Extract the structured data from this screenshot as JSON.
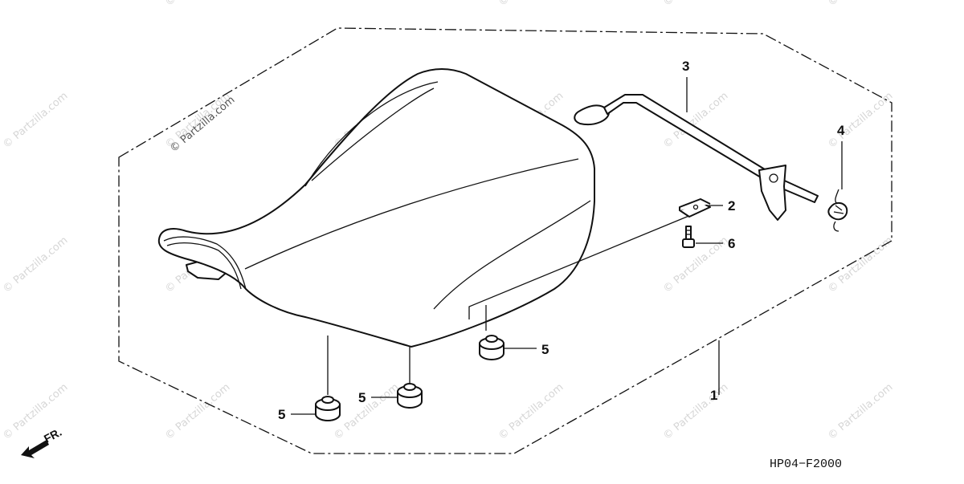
{
  "diagram": {
    "callouts": [
      {
        "id": "c1",
        "label": "1"
      },
      {
        "id": "c2",
        "label": "2"
      },
      {
        "id": "c3",
        "label": "3"
      },
      {
        "id": "c4",
        "label": "4"
      },
      {
        "id": "c5a",
        "label": "5"
      },
      {
        "id": "c5b",
        "label": "5"
      },
      {
        "id": "c5c",
        "label": "5"
      },
      {
        "id": "c6",
        "label": "6"
      }
    ],
    "front_indicator": "FR.",
    "drawing_code": "HP04−F2000",
    "watermark": "© Partzilla.com",
    "watermark_dark": "© Partzilla.com"
  },
  "colors": {
    "line": "#111111",
    "watermark": "#d6d6d6"
  }
}
